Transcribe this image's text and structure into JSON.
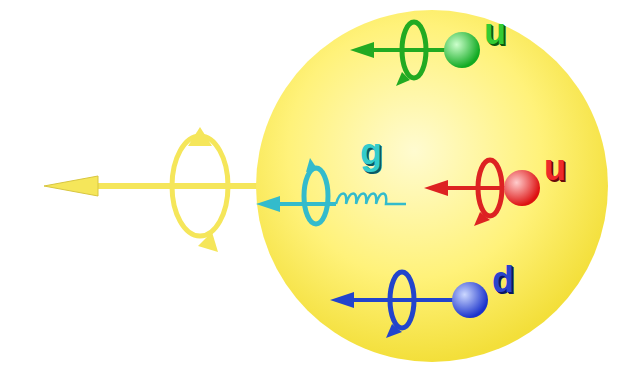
{
  "diagram": {
    "labels": [
      "u",
      "g",
      "u",
      "d"
    ]
  }
}
